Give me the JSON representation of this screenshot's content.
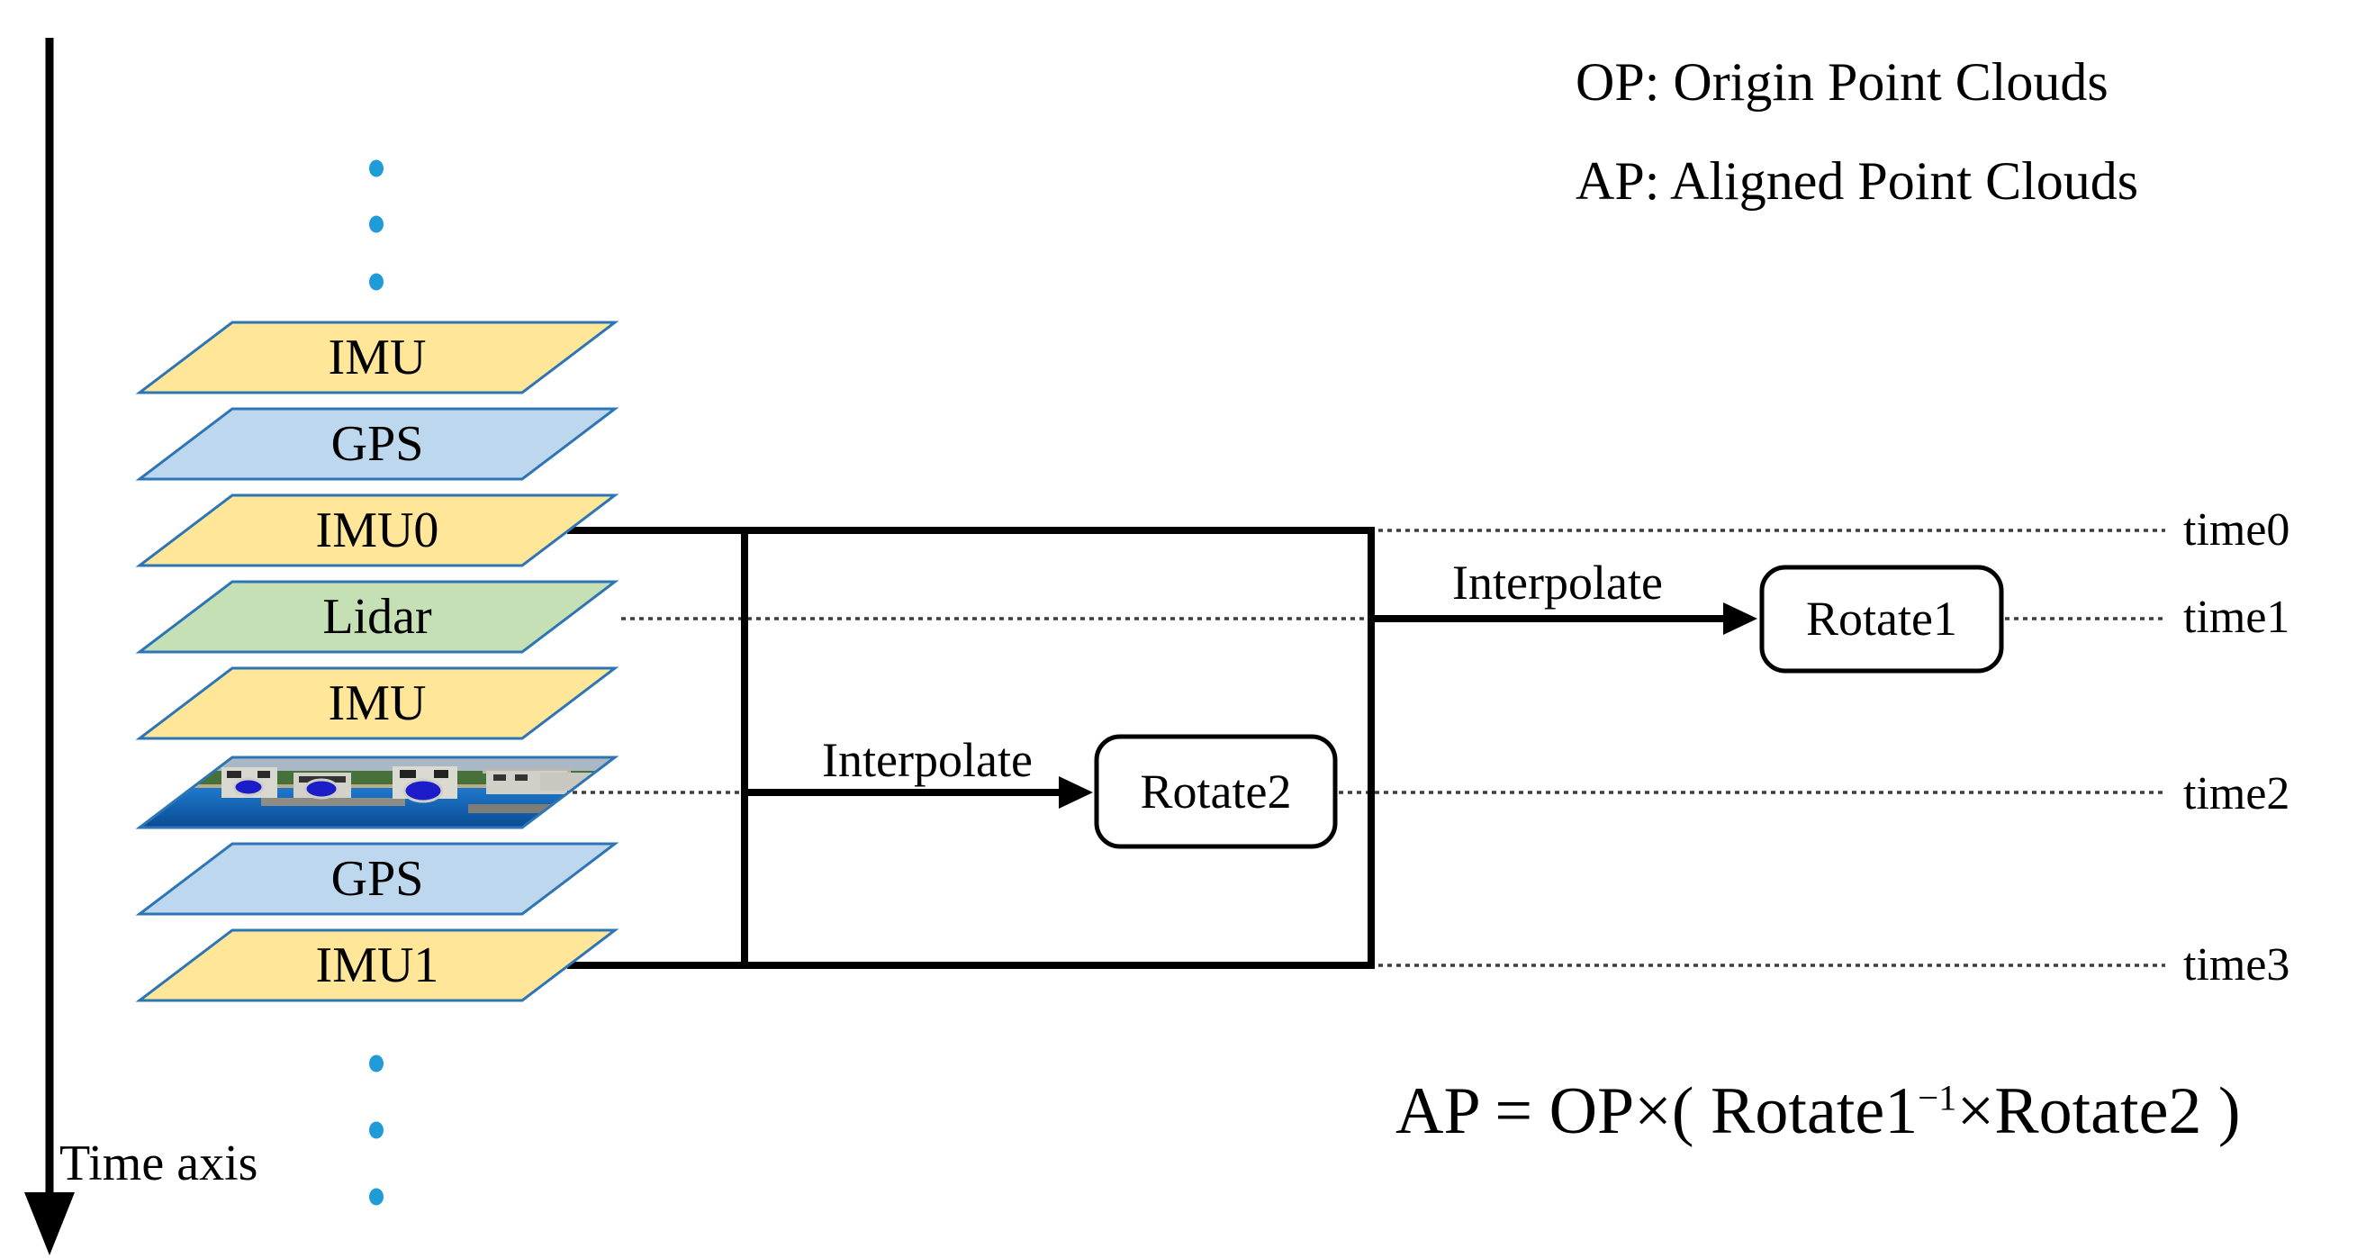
{
  "legend": {
    "line1": "OP: Origin Point Clouds",
    "line2": "AP: Aligned Point Clouds"
  },
  "time_axis": {
    "label": "Time axis"
  },
  "stack": {
    "items": [
      {
        "label": "IMU",
        "type": "imu"
      },
      {
        "label": "GPS",
        "type": "gps"
      },
      {
        "label": "IMU0",
        "type": "imu"
      },
      {
        "label": "Lidar",
        "type": "lidar"
      },
      {
        "label": "IMU",
        "type": "imu"
      },
      {
        "label": "",
        "type": "camera-image"
      },
      {
        "label": "GPS",
        "type": "gps"
      },
      {
        "label": "IMU1",
        "type": "imu"
      }
    ]
  },
  "timeline": {
    "labels": [
      "time0",
      "time1",
      "time2",
      "time3"
    ]
  },
  "process": {
    "interpolate1": "Interpolate",
    "interpolate2": "Interpolate",
    "rotate1": "Rotate1",
    "rotate2": "Rotate2"
  },
  "formula": {
    "prefix": "AP = OP×( Rotate1",
    "superscript": "−1",
    "suffix": "×Rotate2 )"
  },
  "colors": {
    "sensor_border": "#2E75B6",
    "imu_fill": "#FFE699",
    "gps_fill": "#BDD7EE",
    "lidar_fill": "#C5E0B4",
    "dot_color": "#1F9BD7"
  }
}
